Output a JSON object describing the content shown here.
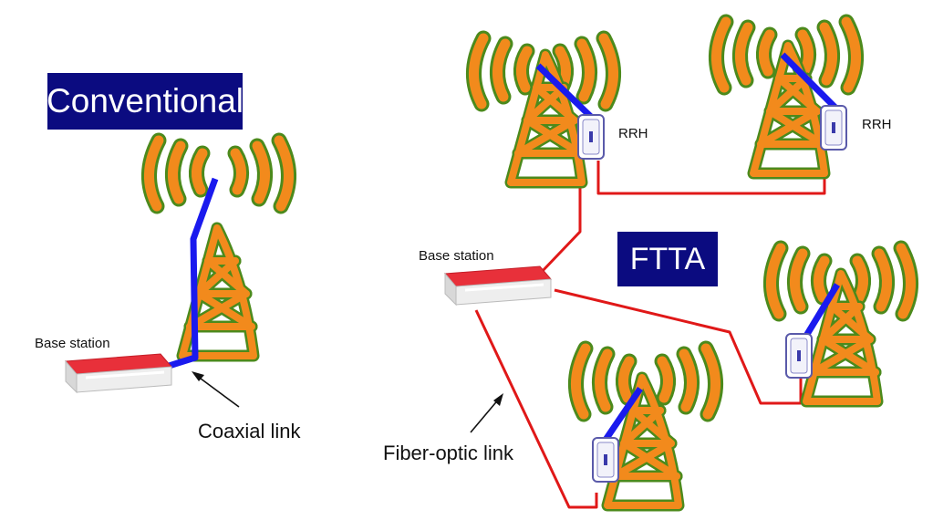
{
  "conventional": {
    "badge": "Conventional",
    "base_station_label": "Base station",
    "link_label": "Coaxial link"
  },
  "ftta": {
    "badge": "FTTA",
    "base_station_label": "Base station",
    "rrh_label_1": "RRH",
    "rrh_label_2": "RRH",
    "link_label": "Fiber-optic link"
  },
  "colors": {
    "badge_bg": "#0b0b80",
    "tower": "#f28a1c",
    "tower_outline": "#4c8a1c",
    "coax": "#1a1aee",
    "fiber": "#e01818",
    "base_station": "#e8303a"
  },
  "icons": [
    "antenna-tower-icon",
    "radio-wave-icon",
    "base-station-icon",
    "rrh-unit-icon",
    "arrow-icon"
  ]
}
